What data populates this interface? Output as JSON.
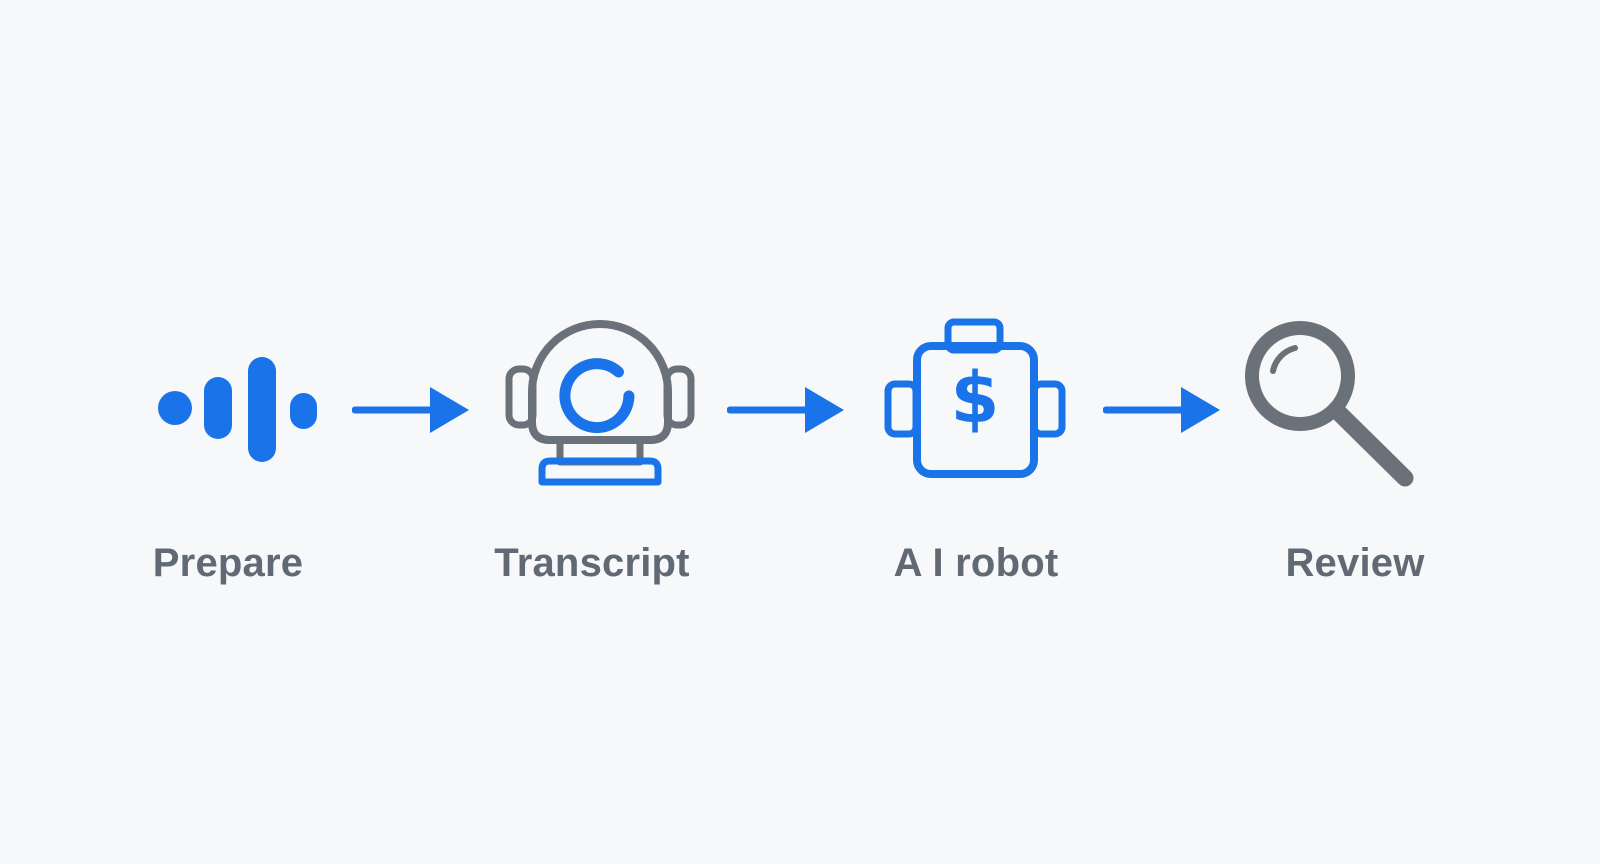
{
  "steps": [
    {
      "label": "Prepare",
      "icon": "audio-wave-icon"
    },
    {
      "label": "Transcript",
      "icon": "robot-head-icon"
    },
    {
      "label": "A I robot",
      "icon": "money-robot-icon"
    },
    {
      "label": "Review",
      "icon": "magnifier-icon"
    }
  ],
  "connectors": [
    "arrow-right-icon",
    "arrow-right-icon",
    "arrow-right-icon"
  ],
  "colors": {
    "background": "#f6f8fa",
    "accent_blue": "#1a73e8",
    "icon_gray": "#6b7178",
    "label_gray": "#616a74"
  }
}
